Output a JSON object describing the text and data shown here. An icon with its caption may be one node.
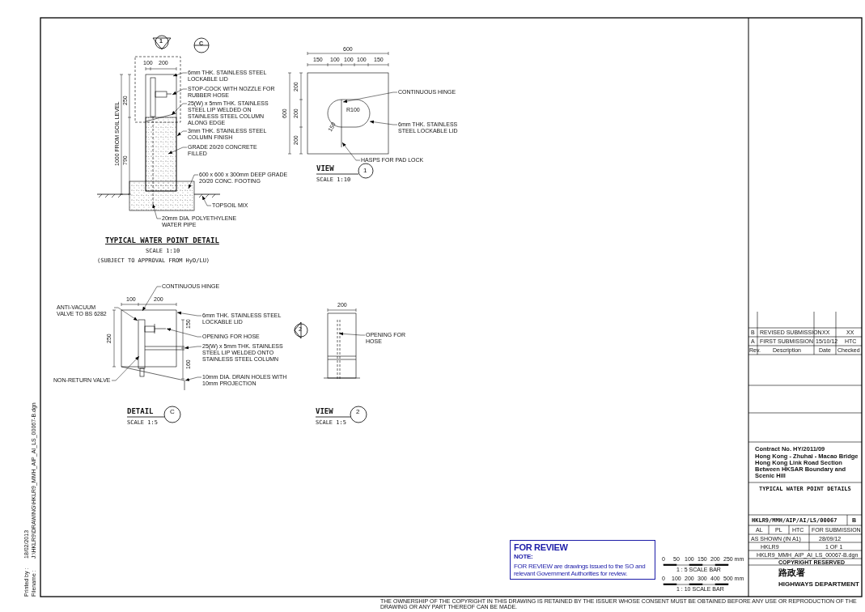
{
  "diagram": {
    "title": "TYPICAL WATER POINT DETAILS",
    "nodes": [
      {
        "text": [
          "6mm THK. STAINLESS STEEL LOCKABLE LID"
        ]
      },
      {
        "text": [
          "STOP-COCK WITH NOZZLE FOR RUBBER HOSE"
        ]
      },
      {
        "text": [
          "25(W) x 5mm THK. STAINLESS STEEL LIP WELDED ON STAINLESS STEEL COLUMN ALONG EDGE"
        ]
      },
      {
        "text": [
          "3mm THK. STAINLESS STEEL COLUMN FINISH"
        ]
      },
      {
        "text": [
          "GRADE 20/20 CONCRETE FILLED"
        ]
      },
      {
        "text": [
          "600 x 600 x 300mm DEEP GRADE 20/20 CONC. FOOTING"
        ]
      },
      {
        "text": [
          "TOPSOIL MIX"
        ]
      },
      {
        "text": [
          "20mm DIA. POLYETHYLENE WATER PIPE"
        ]
      },
      {
        "text": [
          "CONTINUOUS HINGE"
        ]
      },
      {
        "text": [
          "6mm THK. STAINLESS STEEL LOCKABLE LID"
        ]
      },
      {
        "text": [
          "HASPS FOR PAD LOCK"
        ]
      },
      {
        "text": [
          "CONTINUOUS HINGE"
        ]
      },
      {
        "text": [
          "ANTI-VACUUM VALVE TO BS 6282"
        ]
      },
      {
        "text": [
          "6mm THK. STAINLESS STEEL LOCKABLE LID"
        ]
      },
      {
        "text": [
          "OPENING FOR HOSE"
        ]
      },
      {
        "text": [
          "25(W) x 5mm THK. STAINLESS STEEL LIP WELDED ONTO STAINLESS STEEL COLUMN"
        ]
      },
      {
        "text": [
          "NON-RETURN VALVE"
        ]
      },
      {
        "text": [
          "10mm DIA. DRAIN HOLES WITH 10mm PROJECTION"
        ]
      },
      {
        "text": [
          "OPENING FOR HOSE"
        ]
      },
      {
        "text": [
          "FOR REVIEW",
          "NOTE:",
          "FOR REVIEW are drawings issued to the SO and relevant Government Authorities for review."
        ]
      },
      {
        "text": [],
        "shape": "picture"
      },
      {
        "text": [],
        "shape": "picture"
      },
      {
        "text": [],
        "shape": "picture"
      },
      {
        "text": [],
        "shape": "picture"
      }
    ],
    "edges": [
      {
        "from": 0,
        "to": 20,
        "arrow": "to"
      },
      {
        "from": 1,
        "to": 20,
        "arrow": "to"
      },
      {
        "from": 2,
        "to": 20,
        "arrow": "to"
      },
      {
        "from": 3,
        "to": 20,
        "arrow": "to"
      },
      {
        "from": 4,
        "to": 20,
        "arrow": "to"
      },
      {
        "from": 5,
        "to": 20,
        "arrow": "to"
      },
      {
        "from": 6,
        "to": 20,
        "arrow": "to"
      },
      {
        "from": 7,
        "to": 20,
        "arrow": "to"
      },
      {
        "from": 8,
        "to": 21,
        "arrow": "to"
      },
      {
        "from": 9,
        "to": 21,
        "arrow": "to"
      },
      {
        "from": 10,
        "to": 21,
        "arrow": "to"
      },
      {
        "from": 11,
        "to": 22,
        "arrow": "to"
      },
      {
        "from": 12,
        "to": 22,
        "arrow": "to"
      },
      {
        "from": 13,
        "to": 22,
        "arrow": "to"
      },
      {
        "from": 14,
        "to": 22,
        "arrow": "to"
      },
      {
        "from": 15,
        "to": 22,
        "arrow": "to"
      },
      {
        "from": 16,
        "to": 22,
        "arrow": "to"
      },
      {
        "from": 17,
        "to": 22,
        "arrow": "to"
      },
      {
        "from": 18,
        "to": 23,
        "arrow": "to"
      }
    ],
    "labels": [
      "1",
      "C",
      "100",
      "200",
      "250",
      "1000 FROM SOIL LEVEL",
      "790",
      "TYPICAL WATER POINT DETAIL",
      "SCALE 1:10",
      "(SUBJECT TO APPROVAL FROM HyD/LU)",
      "600",
      "150",
      "100",
      "100",
      "100",
      "150",
      "600",
      "200",
      "150",
      "R100",
      "200",
      "200",
      "VIEW",
      "SCALE 1:10",
      "1",
      "100",
      "200",
      "250",
      "150",
      "160",
      "2",
      "DETAIL",
      "SCALE 1:5",
      "C",
      "200",
      "VIEW",
      "SCALE 1:5",
      "2",
      "B",
      "REVISED SUBMISSION",
      "XX",
      "XX",
      "A",
      "FIRST SUBMISSION",
      "15/10/12",
      "HTC",
      "Rev.",
      "Description",
      "Date",
      "Checked",
      "Contract No. HY/2011/09",
      "Hong Kong - Zhuhai - Macao Bridge Hong Kong Link Road Section Between HKSAR Boundary and Scenic Hill",
      "HKLR9/MMH/AIP/AI/LS/00067",
      "B",
      "AL",
      "PL",
      "HTC",
      "FOR SUBMISSION",
      "AS SHOWN (IN A1)",
      "28/09/12",
      "HKLR9",
      "1 OF 1",
      "HKLR9_MMH_AIP_AI_LS_00067-B.dgn",
      "COPYRIGHT RESERVED",
      "路政署",
      "HIGHWAYS DEPARTMENT",
      "0",
      "50",
      "100",
      "150",
      "200",
      "250 mm",
      "1 : 5 SCALE BAR",
      "0",
      "100",
      "200",
      "300",
      "400",
      "500 mm",
      "1 : 10 SCALE BAR",
      "Printed by :",
      "Filename :",
      "18/02/2013",
      "J:\\HKLR9\\DRAWING\\HKLR9_MMH_AIP_AI_LS_00067-B.dgn",
      "THE OWNERSHIP OF THE COPYRIGHT IN THIS DRAWING IS RETAINED BY THE ISSUER WHOSE CONSENT MUST BE OBTAINED BEFORE ANY USE OR REPRODUCTION OF THE DRAWING OR ANY PART THEREOF CAN BE MADE."
    ]
  }
}
